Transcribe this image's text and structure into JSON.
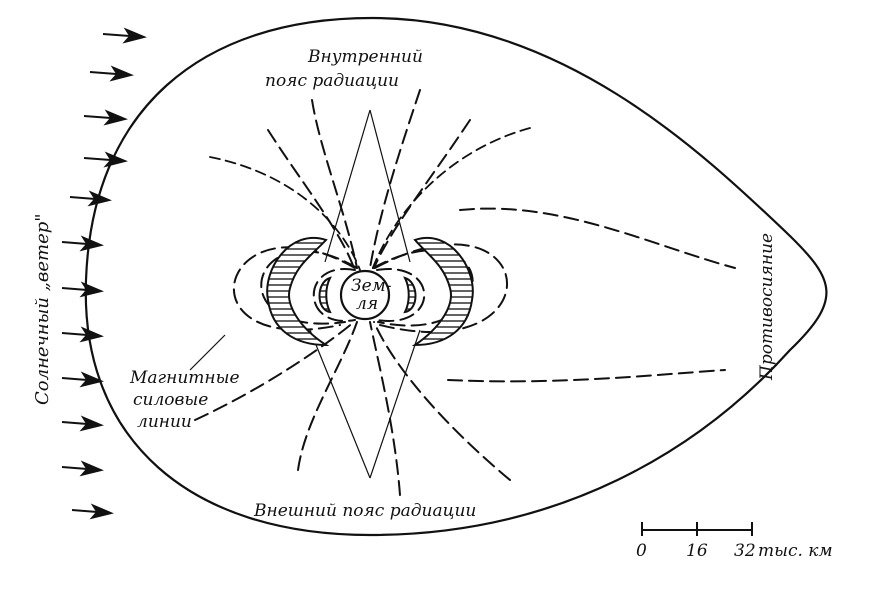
{
  "labels": {
    "inner_belt": [
      "Внутренний",
      "пояс радиации"
    ],
    "outer_belt": "Внешний пояс радиации",
    "earth": [
      "Зем-",
      "ля"
    ],
    "field_lines": [
      "Магнитные",
      "силовые",
      "линии"
    ],
    "solar_wind": "Солнечный „ветер\"",
    "antisolar": "Противосияние"
  },
  "scale": {
    "ticks": [
      "0",
      "16",
      "32"
    ],
    "unit": "тыс. км"
  }
}
